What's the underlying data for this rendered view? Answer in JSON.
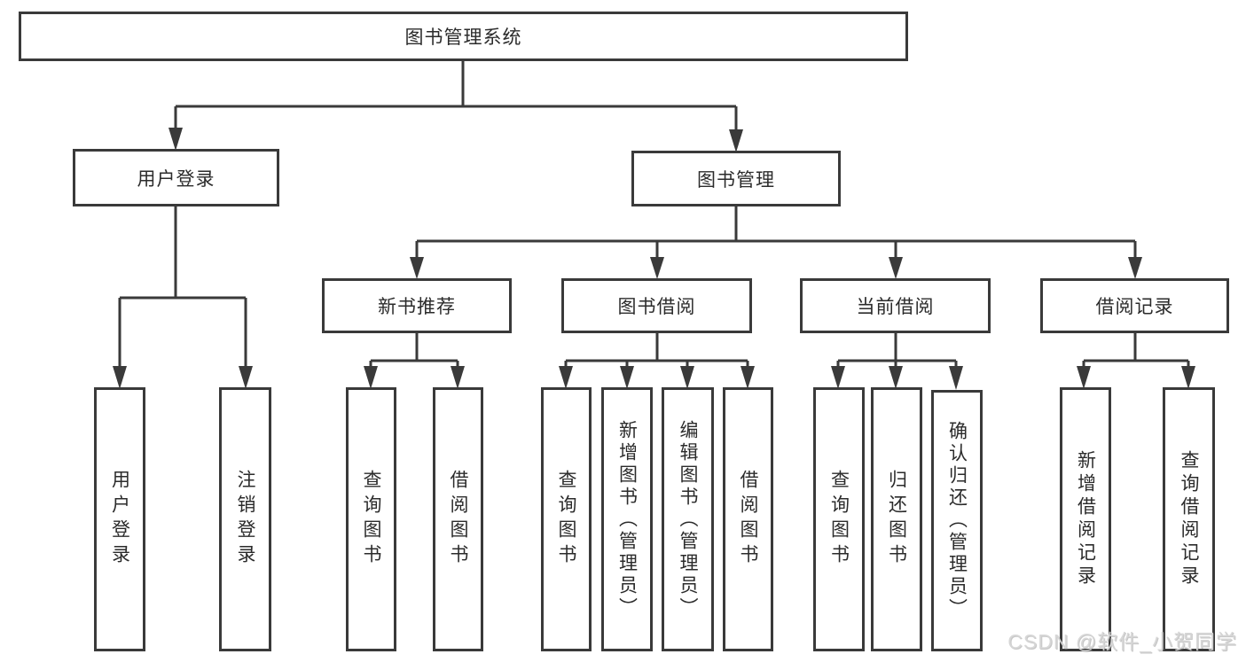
{
  "diagram": {
    "type": "hierarchy-tree",
    "line_color": "#3a3a3a",
    "box_background": "#ffffff",
    "text_color": "#2b2b2b",
    "background": "#ffffff"
  },
  "tree": {
    "root": "图书管理系统",
    "level2": [
      {
        "label": "用户登录"
      },
      {
        "label": "图书管理"
      }
    ],
    "level3": [
      {
        "label": "新书推荐"
      },
      {
        "label": "图书借阅"
      },
      {
        "label": "当前借阅"
      },
      {
        "label": "借阅记录"
      }
    ],
    "leaves": {
      "user_login": [
        "用户登录",
        "注销登录"
      ],
      "new_books": [
        "查询图书",
        "借阅图书"
      ],
      "book_borrow": [
        "查询图书",
        "新增图书（管理员）",
        "编辑图书（管理员）",
        "借阅图书"
      ],
      "current_borrow": [
        "查询图书",
        "归还图书",
        "确认归还（管理员）"
      ],
      "borrow_records": [
        "新增借阅记录",
        "查询借阅记录"
      ]
    }
  },
  "watermark": {
    "text": "CSDN @软件_小贺同学"
  }
}
